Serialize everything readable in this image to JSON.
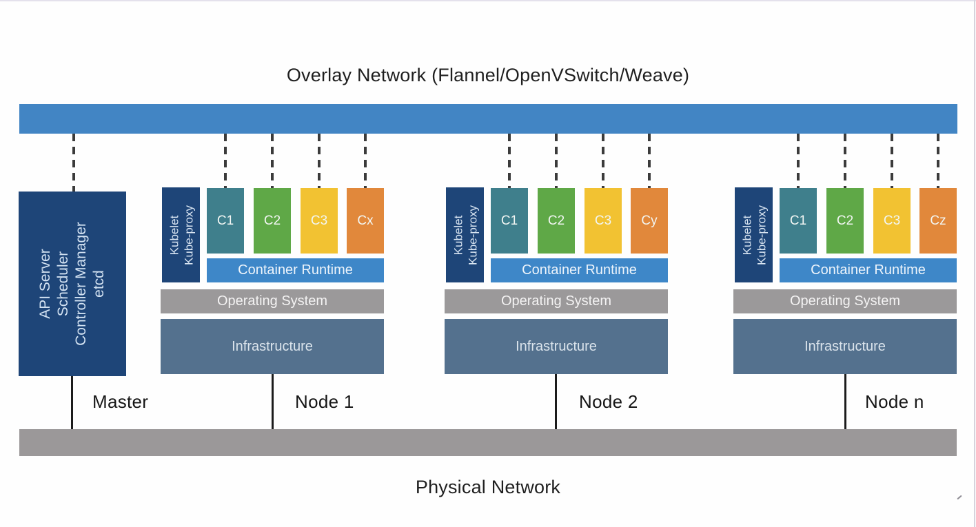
{
  "title": "Overlay Network (Flannel/OpenVSwitch/Weave)",
  "physical_network_label": "Physical Network",
  "master": {
    "label": "Master",
    "components": [
      "API Server",
      "Scheduler",
      "Controller Manager",
      "etcd"
    ]
  },
  "nodes": [
    {
      "label": "Node 1",
      "agent_lines": [
        "Kubelet",
        "Kube-proxy"
      ],
      "containers": [
        {
          "label": "C1",
          "color": "#3f7f8c"
        },
        {
          "label": "C2",
          "color": "#5fa847"
        },
        {
          "label": "C3",
          "color": "#f2c232"
        },
        {
          "label": "Cx",
          "color": "#e1883b"
        }
      ],
      "runtime_label": "Container Runtime",
      "os_label": "Operating System",
      "infrastructure_label": "Infrastructure"
    },
    {
      "label": "Node 2",
      "agent_lines": [
        "Kubelet",
        "Kube-proxy"
      ],
      "containers": [
        {
          "label": "C1",
          "color": "#3f7f8c"
        },
        {
          "label": "C2",
          "color": "#5fa847"
        },
        {
          "label": "C3",
          "color": "#f2c232"
        },
        {
          "label": "Cy",
          "color": "#e1883b"
        }
      ],
      "runtime_label": "Container Runtime",
      "os_label": "Operating System",
      "infrastructure_label": "Infrastructure"
    },
    {
      "label": "Node n",
      "agent_lines": [
        "Kubelet",
        "Kube-proxy"
      ],
      "containers": [
        {
          "label": "C1",
          "color": "#3f7f8c"
        },
        {
          "label": "C2",
          "color": "#5fa847"
        },
        {
          "label": "C3",
          "color": "#f2c232"
        },
        {
          "label": "Cz",
          "color": "#e1883b"
        }
      ],
      "runtime_label": "Container Runtime",
      "os_label": "Operating System",
      "infrastructure_label": "Infrastructure"
    }
  ],
  "colors": {
    "overlay_bar": "#4285c4",
    "master_box": "#1e4578",
    "kubelet_box": "#1e4578",
    "container_runtime": "#3e87c8",
    "operating_system": "#9b999a",
    "infrastructure": "#54718e",
    "physical_network": "#9b9899",
    "container_teal": "#3f7f8c",
    "container_green": "#5fa847",
    "container_yellow": "#f2c232",
    "container_orange": "#e1883b"
  }
}
